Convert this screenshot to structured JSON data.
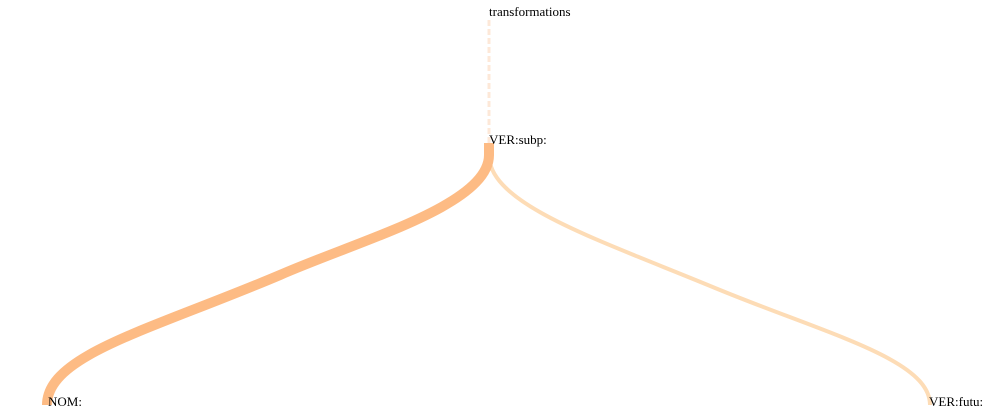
{
  "tree": {
    "nodes": [
      {
        "id": "root",
        "label": "transformations"
      },
      {
        "id": "mid",
        "label": "VER:subp:"
      },
      {
        "id": "left",
        "label": "NOM:"
      },
      {
        "id": "right",
        "label": "VER:futu:"
      }
    ],
    "links": [
      {
        "from": "root",
        "to": "mid",
        "style": "faint"
      },
      {
        "from": "mid",
        "to": "left",
        "style": "strong"
      },
      {
        "from": "mid",
        "to": "right",
        "style": "light"
      }
    ],
    "colors": {
      "faint": "#fde8d8",
      "strong": "#fdbb84",
      "light": "#fddcb6",
      "text": "#000000"
    }
  }
}
